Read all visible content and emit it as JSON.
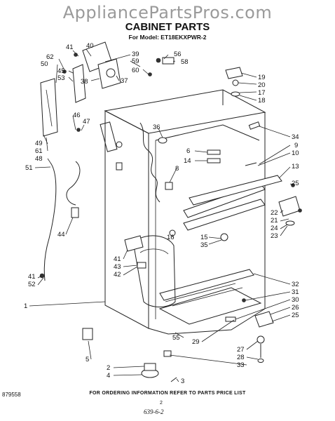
{
  "header": {
    "watermark": "AppliancePartsPros.com",
    "title": "CABINET PARTS",
    "model": "For Model: ET18EKXPWR-2"
  },
  "footer": {
    "note": "FOR ORDERING INFORMATION REFER TO PARTS PRICE LIST",
    "code": "879558",
    "page": "2",
    "handwritten": "639-6-2"
  },
  "callouts": [
    "41",
    "40",
    "39",
    "62",
    "59",
    "56",
    "58",
    "50",
    "45",
    "53",
    "60",
    "38",
    "37",
    "19",
    "20",
    "17",
    "18",
    "46",
    "47",
    "36",
    "34",
    "9",
    "10",
    "49",
    "61",
    "48",
    "6",
    "14",
    "8",
    "13",
    "25",
    "51",
    "22",
    "21",
    "24",
    "23",
    "44",
    "16",
    "15",
    "35",
    "41",
    "43",
    "42",
    "32",
    "31",
    "30",
    "26",
    "25",
    "41",
    "52",
    "1",
    "29",
    "27",
    "28",
    "33",
    "55",
    "5",
    "2",
    "4",
    "3"
  ]
}
